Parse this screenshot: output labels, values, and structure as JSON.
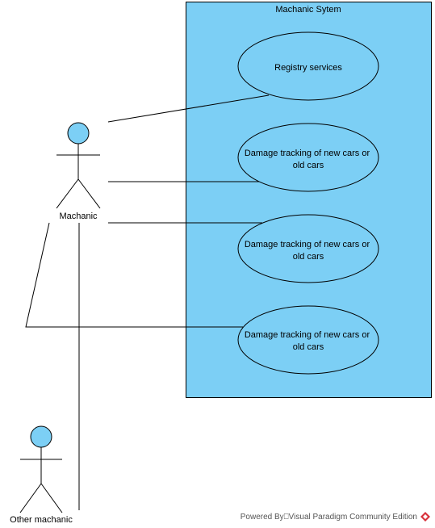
{
  "system": {
    "title": "Machanic Sytem",
    "fill": "#7ccff5",
    "stroke": "#000000"
  },
  "use_cases": [
    {
      "lines": [
        "Registry services"
      ]
    },
    {
      "lines": [
        "Damage tracking of new cars or",
        "old cars"
      ]
    },
    {
      "lines": [
        "Damage tracking of new cars or",
        "old cars"
      ]
    },
    {
      "lines": [
        "Damage tracking of new cars or",
        "old cars"
      ]
    }
  ],
  "actors": [
    {
      "name": "Machanic",
      "head_color": "#7ccff5"
    },
    {
      "name": "Other machanic",
      "head_color": "#7ccff5"
    }
  ],
  "footer": {
    "text": "Powered By⎕Visual Paradigm Community Edition",
    "logo_icon": "visual-paradigm-logo-icon"
  }
}
